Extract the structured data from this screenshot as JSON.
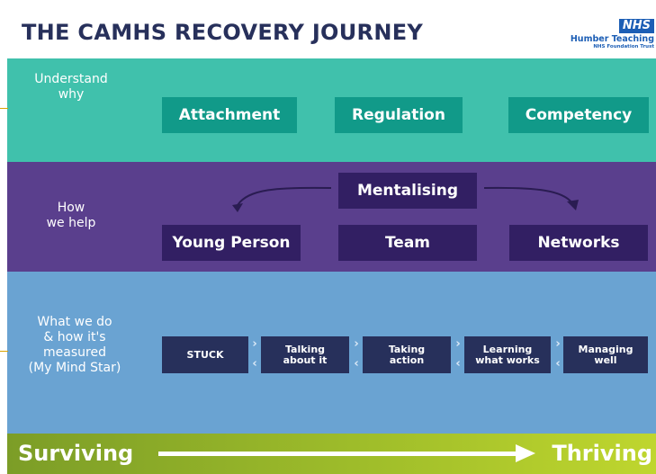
{
  "header": {
    "title": "THE CAMHS RECOVERY JOURNEY",
    "logo": {
      "badge": "NHS",
      "name": "Humber Teaching",
      "subtitle": "NHS Foundation Trust"
    }
  },
  "rows": {
    "understand": {
      "label_line1": "Understand",
      "label_line2": "why",
      "items": [
        "Attachment",
        "Regulation",
        "Competency"
      ]
    },
    "help": {
      "label_line1": "How",
      "label_line2": "we help",
      "center": "Mentalising",
      "items": [
        "Young Person",
        "Team",
        "Networks"
      ]
    },
    "measure": {
      "label_line1": "What we do",
      "label_line2": "& how it's",
      "label_line3": "measured",
      "label_line4": "(My Mind Star)",
      "steps": [
        {
          "line1": "STUCK",
          "line2": ""
        },
        {
          "line1": "Talking",
          "line2": "about it"
        },
        {
          "line1": "Taking",
          "line2": "action"
        },
        {
          "line1": "Learning",
          "line2": "what works"
        },
        {
          "line1": "Managing",
          "line2": "well"
        }
      ],
      "chevron_right": "›",
      "chevron_left": "‹"
    }
  },
  "scale": {
    "start": "Surviving",
    "end": "Thriving"
  },
  "colors": {
    "title": "#27305b",
    "teal_band": "#40c1ac",
    "teal_box": "#119a89",
    "purple_band": "#5a3f8d",
    "purple_box": "#321f63",
    "blue_band": "#6aa3d2",
    "step_box": "#27305b",
    "green_band": "#9fbd2a",
    "nhs_blue": "#1c5eb5"
  }
}
